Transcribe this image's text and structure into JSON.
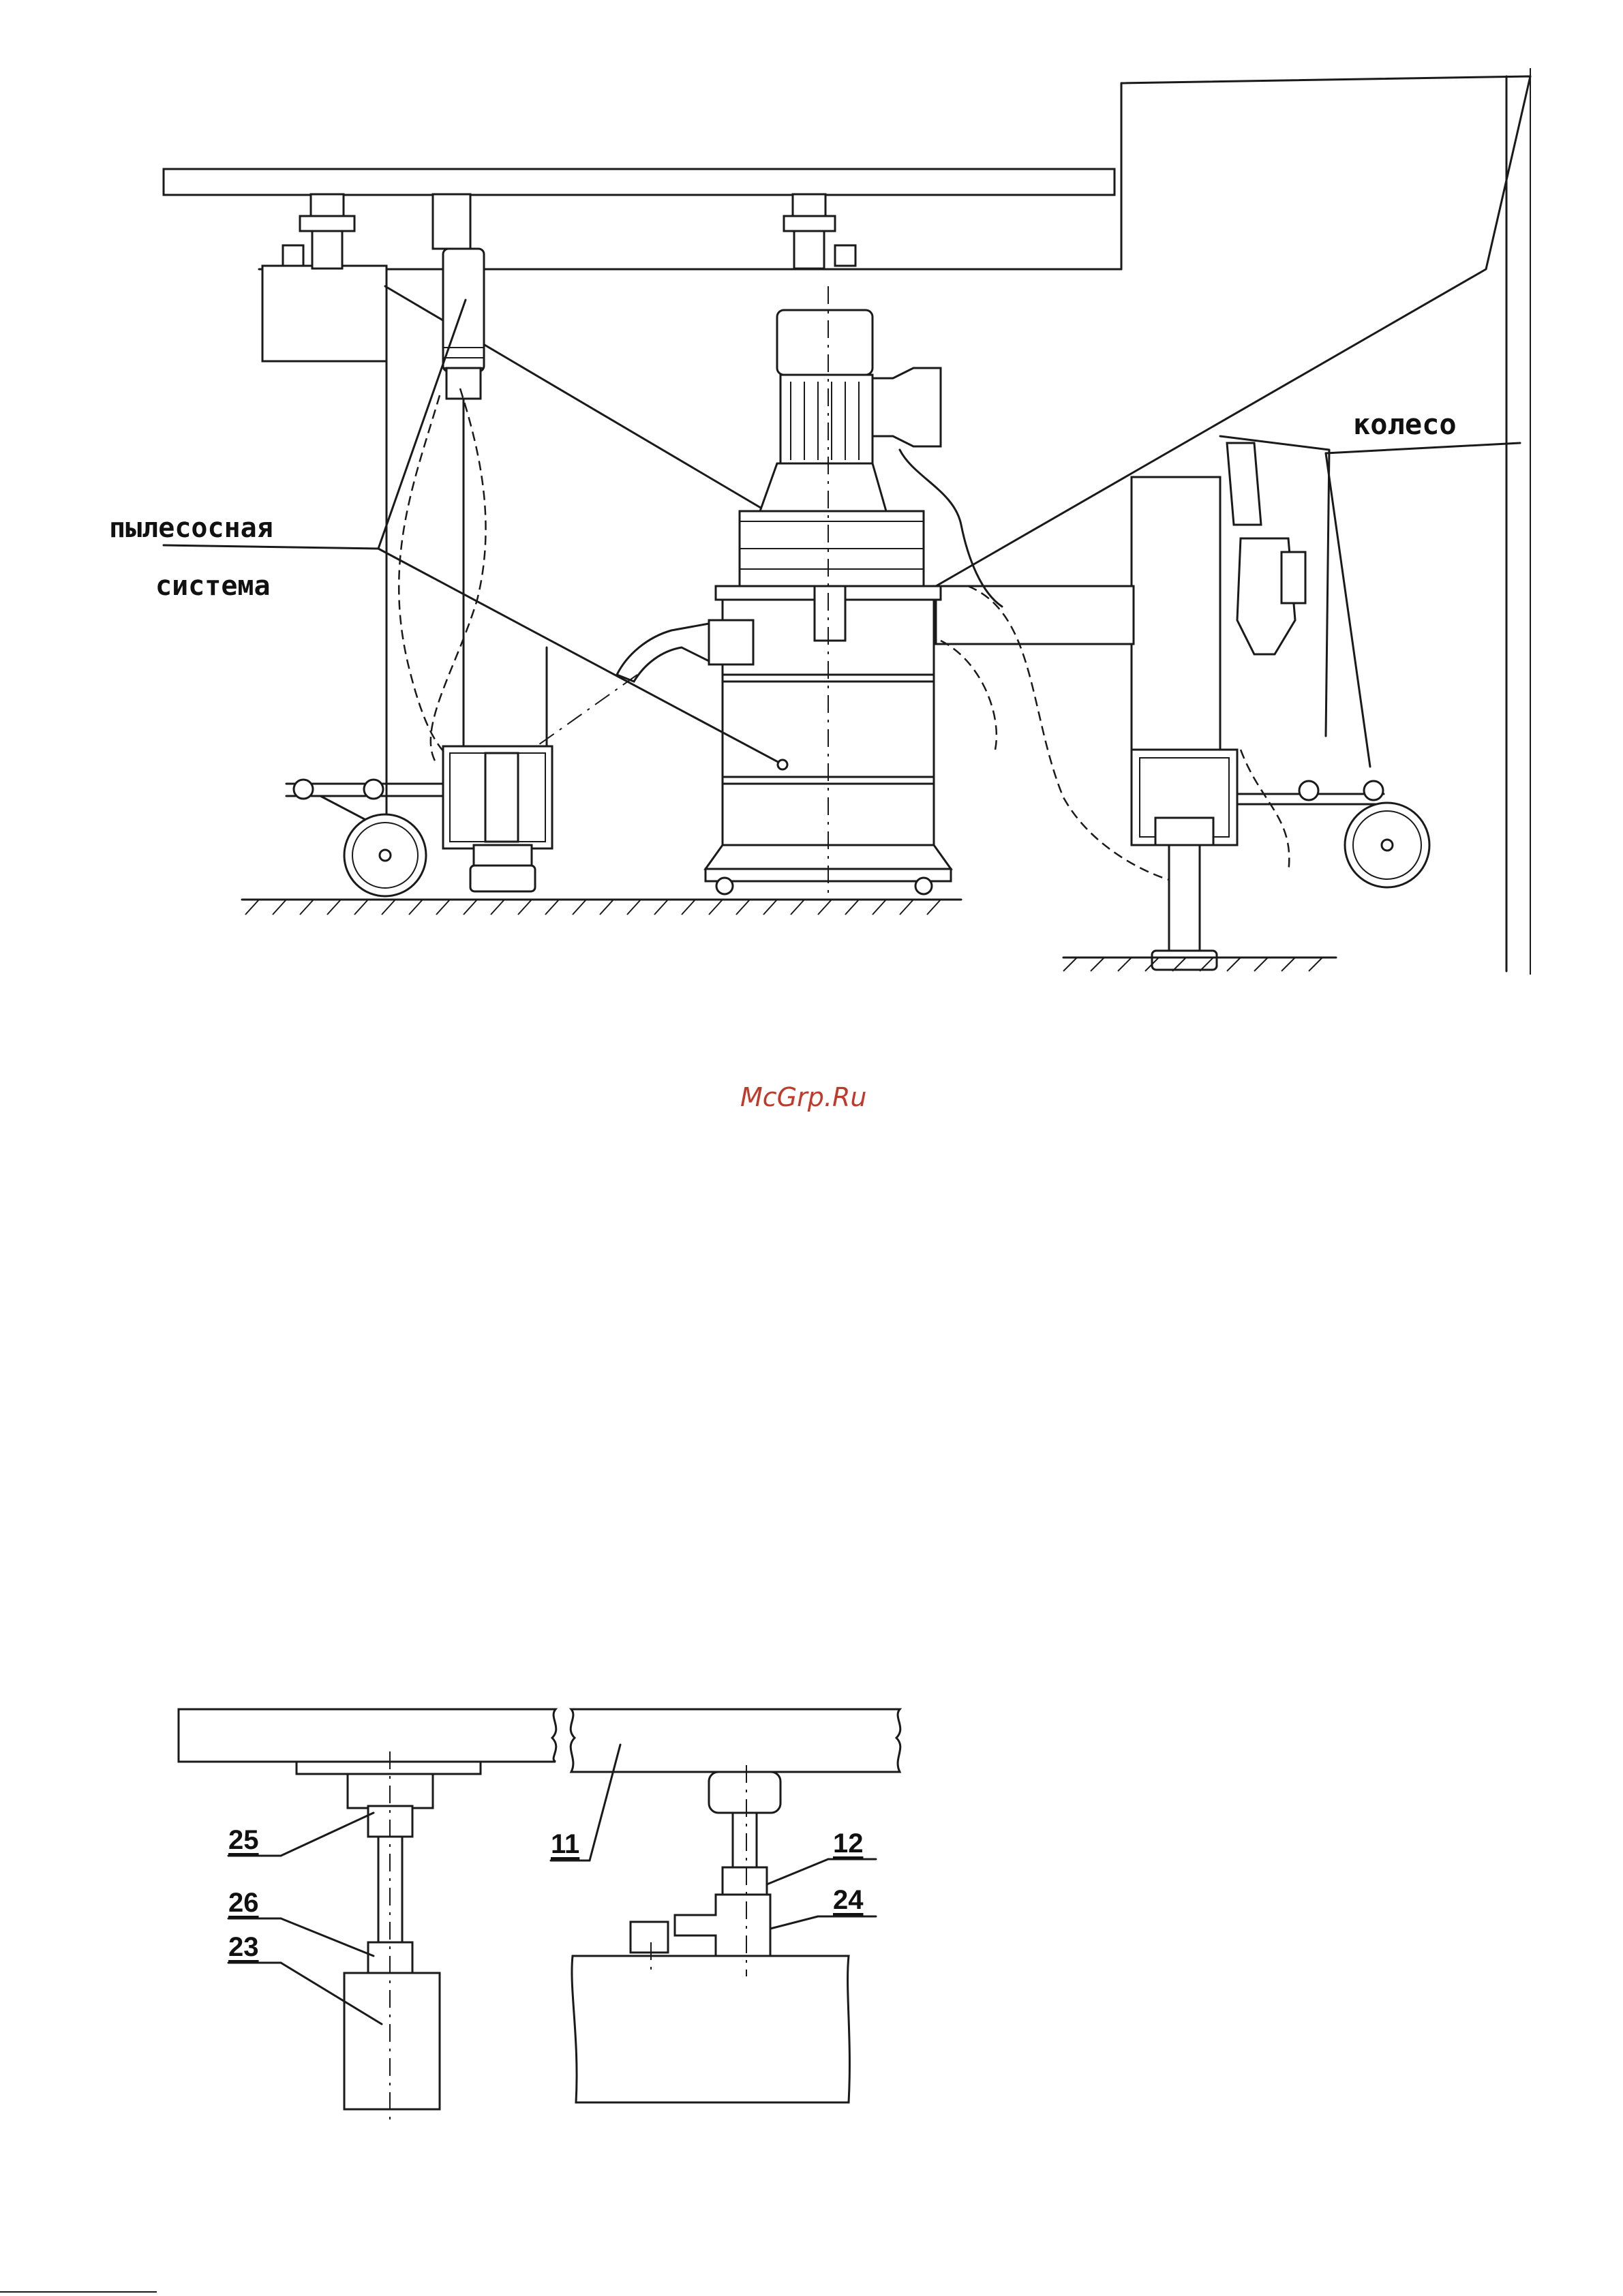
{
  "labels": {
    "dust_system_line1": "пылесосная",
    "dust_system_line2": "система",
    "wheel": "колесо"
  },
  "callouts": {
    "c25": "25",
    "c26": "26",
    "c23": "23",
    "c11": "11",
    "c12": "12",
    "c24": "24"
  },
  "watermark": {
    "text": "McGrp.Ru",
    "color": "#c0392b"
  }
}
